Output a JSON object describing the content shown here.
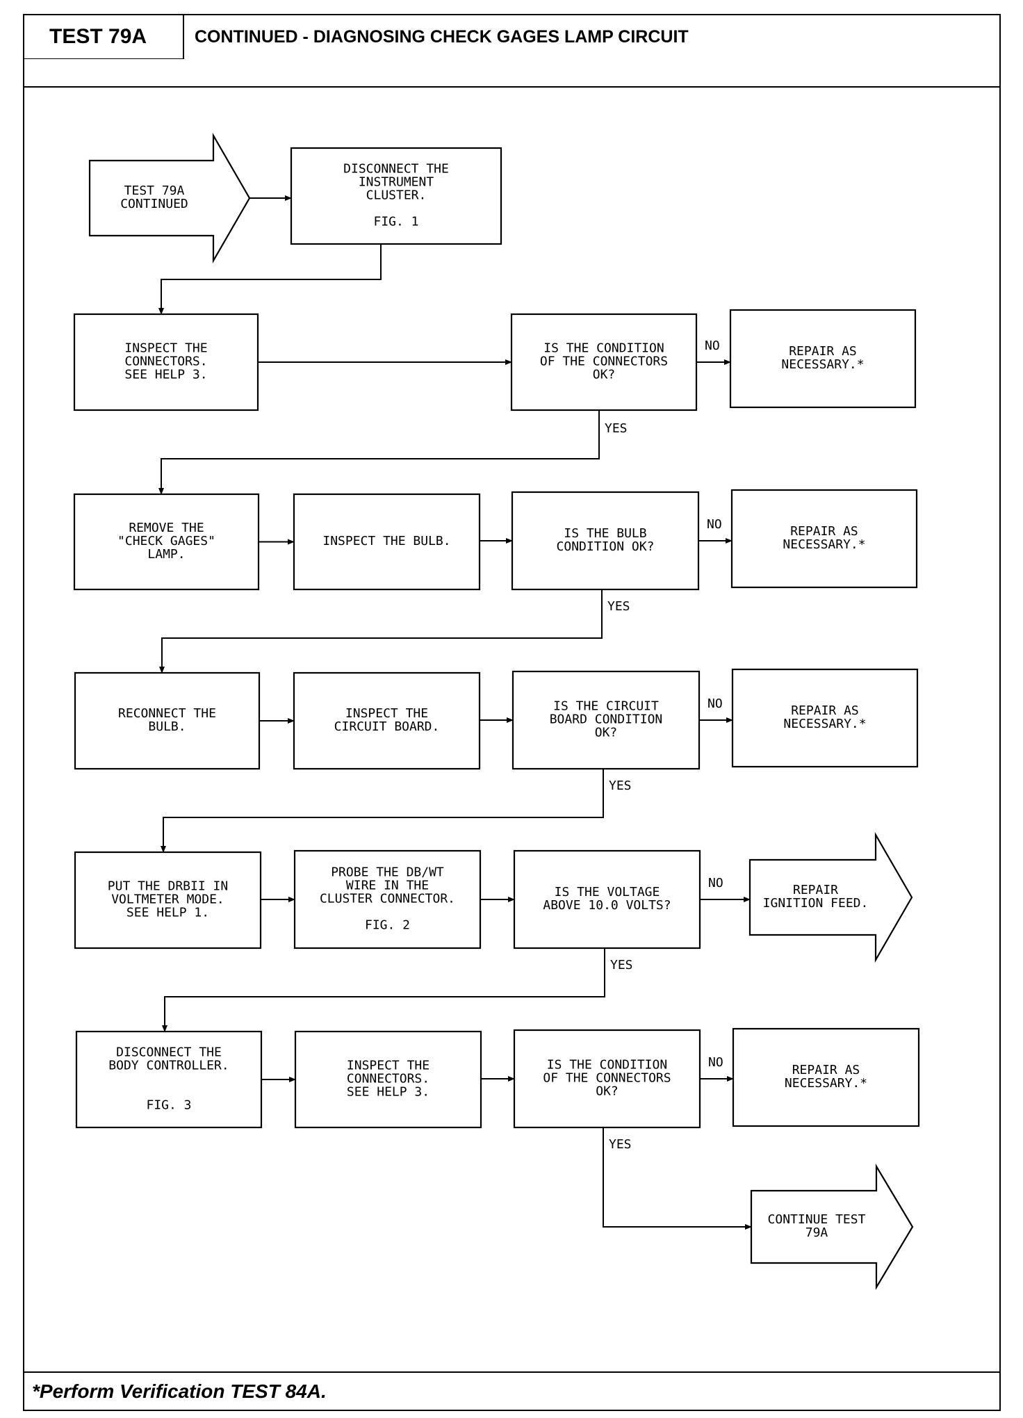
{
  "header": {
    "test_id": "TEST 79A",
    "title": "CONTINUED - DIAGNOSING CHECK GAGES LAMP CIRCUIT"
  },
  "footer": {
    "note": "*Perform Verification TEST 84A."
  },
  "steps": {
    "start": [
      "TEST 79A",
      "CONTINUED"
    ],
    "disc_cluster": [
      "DISCONNECT THE",
      "INSTRUMENT",
      "CLUSTER.",
      "",
      "FIG. 1"
    ],
    "insp_conn1": [
      "INSPECT THE",
      "CONNECTORS.",
      "SEE HELP 3."
    ],
    "q_conn1": [
      "IS THE CONDITION",
      "OF THE CONNECTORS",
      "OK?"
    ],
    "rep1": [
      "REPAIR AS",
      "NECESSARY.*"
    ],
    "remove_lamp": [
      "REMOVE THE",
      "\"CHECK GAGES\"",
      "LAMP."
    ],
    "insp_bulb": [
      "INSPECT THE BULB."
    ],
    "q_bulb": [
      "IS THE BULB",
      "CONDITION OK?"
    ],
    "rep2": [
      "REPAIR AS",
      "NECESSARY.*"
    ],
    "reconnect": [
      "RECONNECT THE",
      "BULB."
    ],
    "insp_board": [
      "INSPECT THE",
      "CIRCUIT BOARD."
    ],
    "q_board": [
      "IS THE CIRCUIT",
      "BOARD CONDITION",
      "OK?"
    ],
    "rep3": [
      "REPAIR AS",
      "NECESSARY.*"
    ],
    "drb": [
      "PUT THE DRBII IN",
      "VOLTMETER MODE.",
      "SEE HELP 1."
    ],
    "probe": [
      "PROBE THE DB/WT",
      "WIRE IN THE",
      "CLUSTER CONNECTOR.",
      "",
      "FIG. 2"
    ],
    "q_volt": [
      "IS THE VOLTAGE",
      "ABOVE 10.0 VOLTS?"
    ],
    "rep_ign": [
      "REPAIR",
      "IGNITION FEED."
    ],
    "disc_body": [
      "DISCONNECT THE",
      "BODY CONTROLLER.",
      "",
      "",
      "FIG. 3"
    ],
    "insp_conn2": [
      "INSPECT THE",
      "CONNECTORS.",
      "SEE HELP 3."
    ],
    "q_conn2": [
      "IS THE CONDITION",
      "OF THE CONNECTORS",
      "OK?"
    ],
    "rep4": [
      "REPAIR AS",
      "NECESSARY.*"
    ],
    "cont": [
      "CONTINUE TEST",
      "79A"
    ]
  },
  "edge_labels": {
    "no": "NO",
    "yes": "YES"
  }
}
